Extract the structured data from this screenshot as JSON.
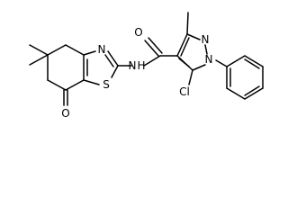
{
  "molecule": {
    "atom_labels": {
      "carbonyl_oxygen_amide": "O",
      "amide_nitrogen": "N",
      "amide_hydrogen": "H",
      "thiazole_nitrogen": "N",
      "thiazole_sulfur": "S",
      "ketone_oxygen": "O",
      "pyrazole_nitrogen_2": "N",
      "pyrazole_nitrogen_1": "N",
      "chlorine": "Cl"
    }
  }
}
